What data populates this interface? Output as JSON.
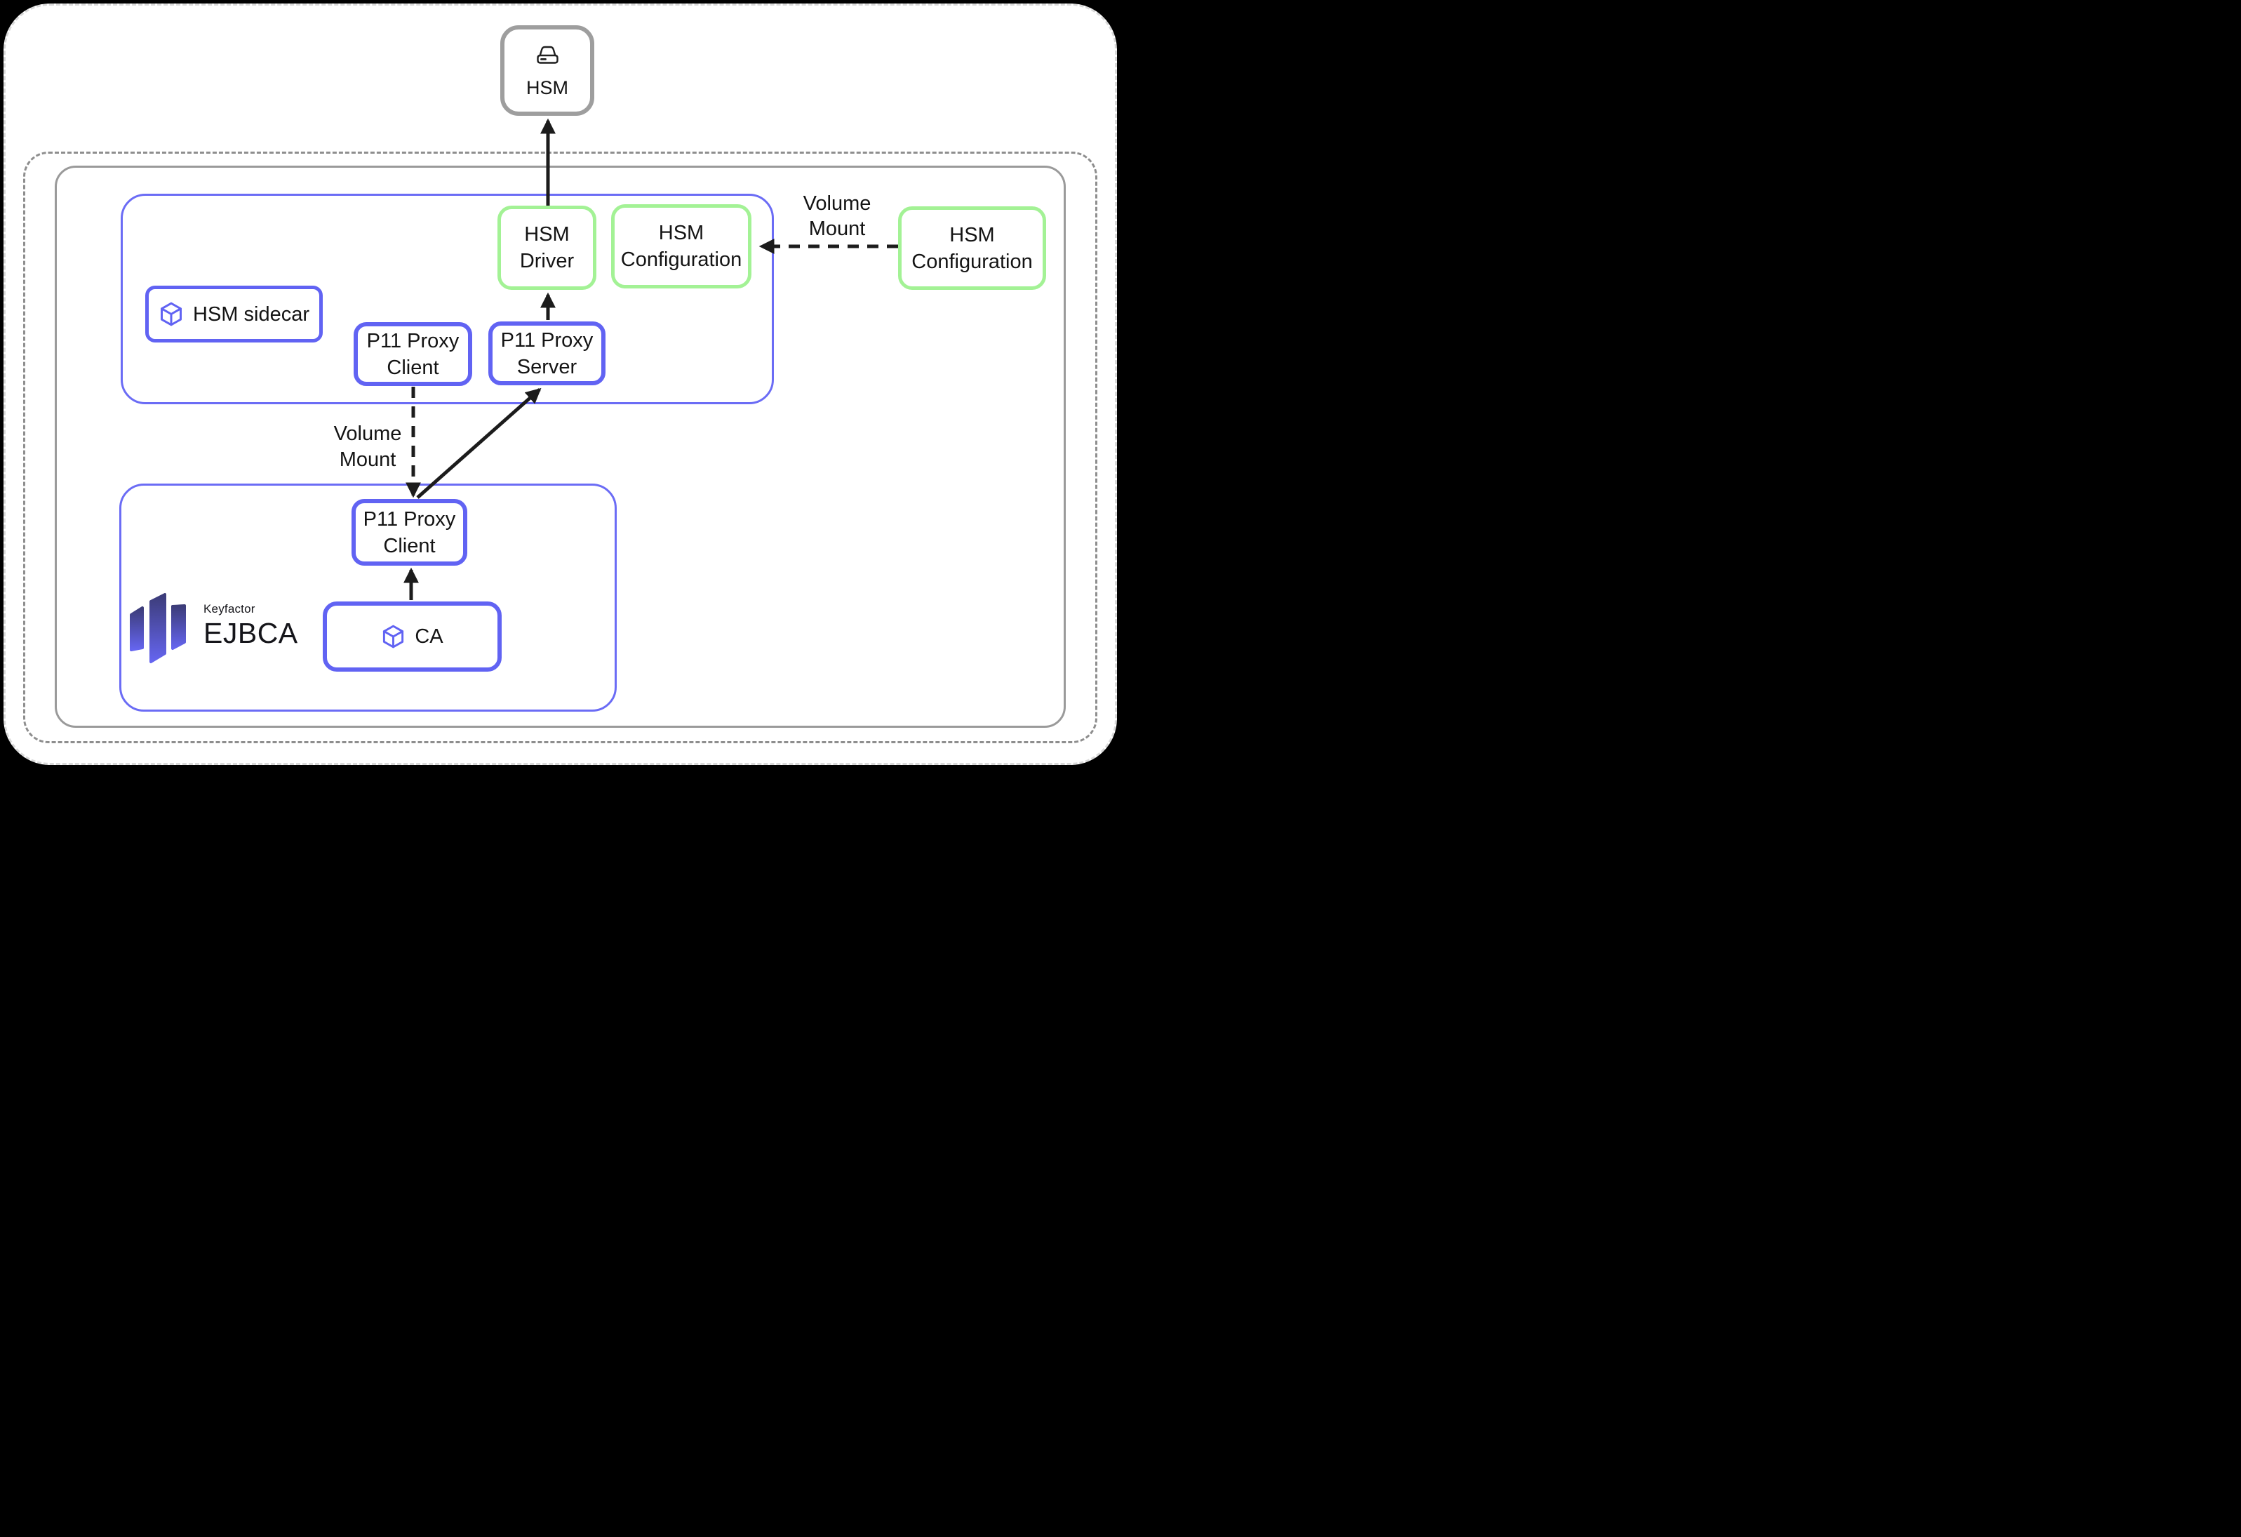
{
  "colors": {
    "accent_blue": "#6163f3",
    "container_blue": "#6b6cf5",
    "accent_green": "#a3f295",
    "box_gray": "#9e9e9e",
    "container_gray": "#9a9a9a",
    "dashed_gray": "#8e8e8e",
    "card_border": "#d9d9d9",
    "arrow_black": "#1c1c1c",
    "logo_gradient_top": "#3c3c78",
    "logo_gradient_bottom": "#6565f0"
  },
  "nodes": {
    "hsm": {
      "label": "HSM",
      "icon": "hard-drive"
    },
    "hsm_driver": {
      "line1": "HSM",
      "line2": "Driver"
    },
    "hsm_config_inner": {
      "line1": "HSM",
      "line2": "Configuration"
    },
    "hsm_config_outer": {
      "line1": "HSM",
      "line2": "Configuration"
    },
    "hsm_sidecar": {
      "label": "HSM sidecar",
      "icon": "package-cube"
    },
    "p11_proxy_client_top": {
      "line1": "P11 Proxy",
      "line2": "Client"
    },
    "p11_proxy_server": {
      "line1": "P11 Proxy",
      "line2": "Server"
    },
    "p11_proxy_client_bottom": {
      "line1": "P11 Proxy",
      "line2": "Client"
    },
    "ca": {
      "label": "CA",
      "icon": "package-cube"
    }
  },
  "edge_labels": {
    "volume_mount_left": {
      "line1": "Volume",
      "line2": "Mount"
    },
    "volume_mount_right": {
      "line1": "Volume",
      "line2": "Mount"
    }
  },
  "logo": {
    "brand": "Keyfactor",
    "product": "EJBCA"
  },
  "edges": [
    {
      "from": "HSM Driver",
      "to": "HSM",
      "style": "solid"
    },
    {
      "from": "P11 Proxy Server",
      "to": "HSM Driver",
      "style": "solid"
    },
    {
      "from": "P11 Proxy Client (EJBCA)",
      "to": "P11 Proxy Server",
      "style": "solid"
    },
    {
      "from": "P11 Proxy Client (HSM sidecar)",
      "to": "P11 Proxy Client (EJBCA)",
      "style": "dashed",
      "label": "Volume Mount"
    },
    {
      "from": "CA",
      "to": "P11 Proxy Client (EJBCA)",
      "style": "solid"
    },
    {
      "from": "HSM Configuration (external)",
      "to": "HSM Configuration (HSM sidecar)",
      "style": "dashed",
      "label": "Volume Mount"
    }
  ]
}
